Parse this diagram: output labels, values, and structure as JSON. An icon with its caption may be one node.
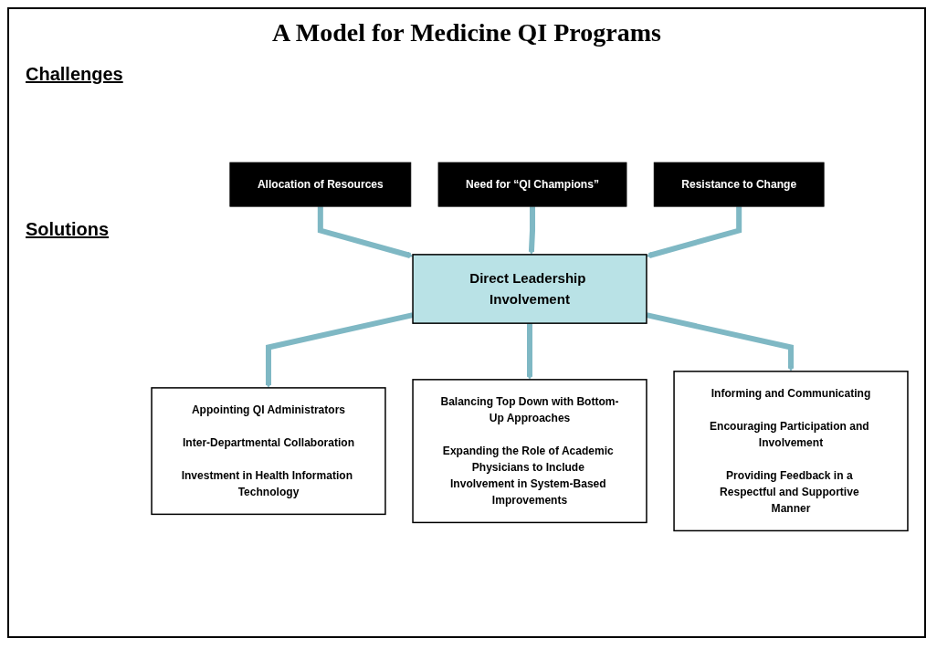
{
  "diagram": {
    "title": "A Model for Medicine QI Programs",
    "nodes": [
      {
        "text": [
          "Allocation of Resources"
        ]
      },
      {
        "text": [
          "Need for “QI Champions”"
        ]
      },
      {
        "text": [
          "Resistance to Change"
        ]
      },
      {
        "text": [
          "Direct Leadership Involvement"
        ]
      },
      {
        "text": [
          "Appointing QI Administrators",
          "Inter-Departmental Collaboration",
          "Investment in Health Information Technology"
        ]
      },
      {
        "text": [
          "Balancing Top Down with Bottom-Up Approaches",
          "Expanding the Role of Academic Physicians to Include Involvement in System-Based Improvements"
        ]
      },
      {
        "text": [
          "Informing and Communicating",
          "Encouraging Participation and Involvement",
          "Providing Feedback in a Respectful and Supportive Manner"
        ]
      }
    ],
    "edges": [
      {
        "from": 0,
        "to": 3,
        "arrow": "to"
      },
      {
        "from": 1,
        "to": 3,
        "arrow": "to"
      },
      {
        "from": 2,
        "to": 3,
        "arrow": "to"
      },
      {
        "from": 3,
        "to": 4,
        "arrow": "to"
      },
      {
        "from": 3,
        "to": 5,
        "arrow": "to"
      },
      {
        "from": 3,
        "to": 6,
        "arrow": "to"
      }
    ],
    "labels": [
      "Challenges",
      "Solutions"
    ]
  }
}
